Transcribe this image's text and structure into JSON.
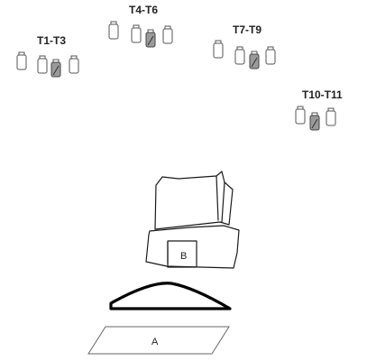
{
  "groups": [
    {
      "label": "T1-T3"
    },
    {
      "label": "T4-T6"
    },
    {
      "label": "T7-T9"
    },
    {
      "label": "T10-T11"
    }
  ],
  "labels": {
    "box_b": "B",
    "plate_a": "A"
  }
}
